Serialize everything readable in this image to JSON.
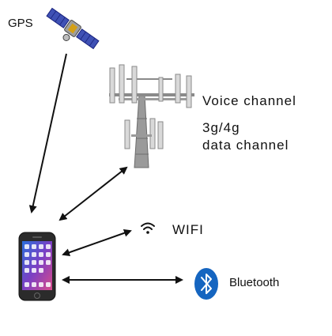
{
  "labels": {
    "gps": "GPS",
    "voice": "Voice channel",
    "data_line1": "3g/4g",
    "data_line2": "data channel",
    "wifi": "WIFI",
    "bluetooth": "Bluetooth"
  },
  "icons": {
    "satellite": "satellite-icon",
    "tower": "cell-tower-icon",
    "phone": "smartphone-icon",
    "wifi": "wifi-icon",
    "bluetooth": "bluetooth-icon"
  },
  "colors": {
    "arrow": "#111111",
    "bluetooth_blue": "#1565c0",
    "satellite_panel": "#3f51b5",
    "tower_gray": "#8a8a8a",
    "phone_body": "#2b2b2b"
  }
}
